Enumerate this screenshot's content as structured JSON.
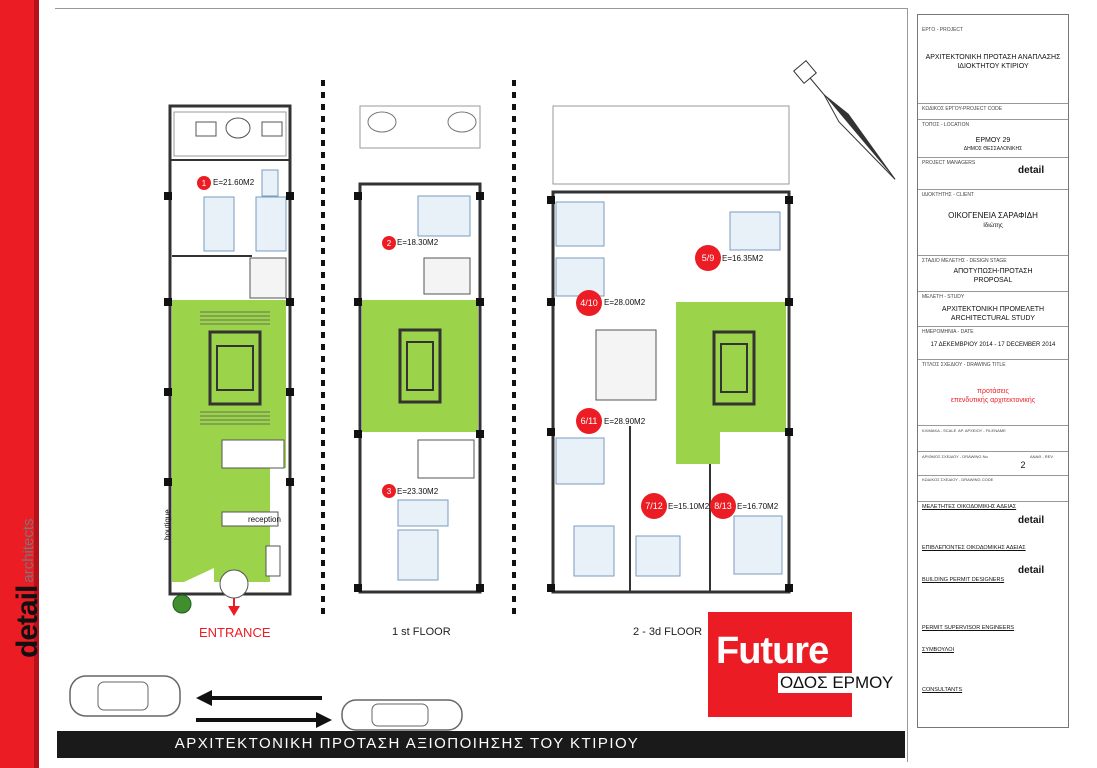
{
  "brand": {
    "logo_word": "detail",
    "logo_sub": "architects"
  },
  "plans": {
    "ground": {
      "caption": "ENTRANCE",
      "reception_label": "reception",
      "boutique_label": "boutique",
      "rooms": [
        {
          "no": "1",
          "area": "E=21.60M2"
        }
      ]
    },
    "first": {
      "caption": "1 st FLOOR",
      "rooms": [
        {
          "no": "2",
          "area": "E=18.30M2"
        },
        {
          "no": "3",
          "area": "E=23.30M2"
        }
      ]
    },
    "second_third": {
      "caption": "2 - 3d FLOOR",
      "rooms": [
        {
          "no": "4/10",
          "area": "E=28.00M2"
        },
        {
          "no": "5/9",
          "area": "E=16.35M2"
        },
        {
          "no": "6/11",
          "area": "E=28.90M2"
        },
        {
          "no": "7/12",
          "area": "E=15.10M2"
        },
        {
          "no": "8/13",
          "area": "E=16.70M2"
        }
      ]
    }
  },
  "street": {
    "future_word": "Future",
    "name": "ΟΔΟΣ ΕΡΜΟΥ"
  },
  "bottom_title": "ΑΡΧΙΤΕΚΤΟΝΙΚΗ ΠΡΟΤΑΣΗ ΑΞΙΟΠΟΙΗΣΗΣ ΤΟΥ ΚΤΙΡΙΟΥ",
  "title_block": {
    "project_cap": "ΕΡΓΟ - PROJECT",
    "project_val": "ΑΡΧΙΤΕΚΤΟΝΙΚΗ ΠΡΟΤΑΣΗ ΑΝΑΠΛΑΣΗΣ",
    "project_val2": "ΙΔΙΟΚΤΗΤΟΥ ΚΤΙΡΙΟΥ",
    "code_cap": "ΚΩΔΙΚΟΣ ΕΡΓΟΥ-PROJECT CODE",
    "location_cap": "ΤΟΠΟΣ - LOCATION",
    "location_val": "ΕΡΜΟΥ 29",
    "location_sub": "ΔΗΜΟΣ ΘΕΣΣΑΛΟΝΙΚΗΣ",
    "managers_cap": "PROJECT MANAGERS",
    "client_cap": "ΙΔΙΟΚΤΗΤΗΣ - CLIENT",
    "client_val": "ΟΙΚΟΓΕΝΕΙΑ ΣΑΡΑΦΙΔΗ",
    "client_sub": "Ιδιώτης",
    "stage_cap": "ΣΤΑΔΙΟ ΜΕΛΕΤΗΣ - DESIGN STAGE",
    "stage_val": "ΑΠΟΤΥΠΩΣΗ-ΠΡΟΤΑΣΗ",
    "stage_val2": "PROPOSAL",
    "study_cap": "ΜΕΛΕΤΗ - STUDY",
    "study_val": "ΑΡΧΙΤΕΚΤΟΝΙΚΗ ΠΡΟΜΕΛΕΤΗ",
    "study_val2": "ARCHITECTURAL STUDY",
    "date_cap": "ΗΜΕΡΟΜΗΝΙΑ - DATE",
    "date_val": "17 ΔΕΚΕΜΒΡΙΟΥ 2014 - 17 DECEMBER 2014",
    "drawing_cap": "ΤΙΤΛΟΣ ΣΧΕΔΙΟΥ - DRAWING TITLE",
    "drawing_val": "προτάσεις",
    "drawing_val2": "επενδυτικής αρχιτεκτονικής",
    "scale_cap": "ΚΛΙΜΑΚΑ - SCALE",
    "plot_cap": "ΑΡ. ΑΡΧΕΙΟΥ - FILENAME",
    "drawing_no_cap": "ΑΡΙΘΜΟΣ ΣΧΕΔΙΟΥ - DRAWING No",
    "rev_cap": "ΑΝΑΘ - REV",
    "drawing_no_val": "2",
    "drawing_code_cap": "ΚΩΔΙΚΟΣ ΣΧΕΔΙΟΥ - DRAWING CODE",
    "permit_studies_head": "ΜΕΛΕΤΗΤΕΣ ΟΙΚΟΔΟΜΙΚΗΣ ΑΔΕΙΑΣ",
    "supervisors_head": "ΕΠΙΒΛΕΠΟΝΤΕΣ ΟΙΚΟΔΟΜΙΚΗΣ ΑΔΕΙΑΣ",
    "designers_head": "BUILDING PERMIT DESIGNERS",
    "supervisor_eng_head": "PERMIT SUPERVISOR ENGINEERS",
    "advisors_head": "ΣΥΜΒΟΥΛΟΙ",
    "consultants_head": "CONSULTANTS"
  }
}
